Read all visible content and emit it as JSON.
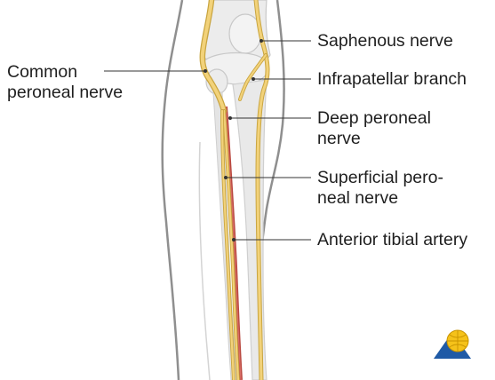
{
  "labels": {
    "common_peroneal_nerve": {
      "lines": [
        "Common",
        "peroneal nerve"
      ]
    },
    "saphenous_nerve": {
      "lines": [
        "Saphenous nerve"
      ]
    },
    "infrapatellar_branch": {
      "lines": [
        "Infrapatellar branch"
      ]
    },
    "deep_peroneal_nerve": {
      "lines": [
        "Deep peroneal",
        "nerve"
      ]
    },
    "superficial_peroneal_nerve": {
      "lines": [
        "Superficial pero-",
        "neal nerve"
      ]
    },
    "anterior_tibial_artery": {
      "lines": [
        "Anterior tibial artery"
      ]
    }
  },
  "colors": {
    "nerve": "#f2d27a",
    "nerve_outline": "#c9a540",
    "artery": "#b9483f",
    "skin_outline": "#8f8f8f",
    "bone": "#e6e6e6",
    "leader_line": "#333333",
    "logo_globe": "#f5c21a",
    "logo_triangle": "#1f5aa6"
  },
  "icons": {
    "logo": "globe-triangle-logo-icon"
  }
}
